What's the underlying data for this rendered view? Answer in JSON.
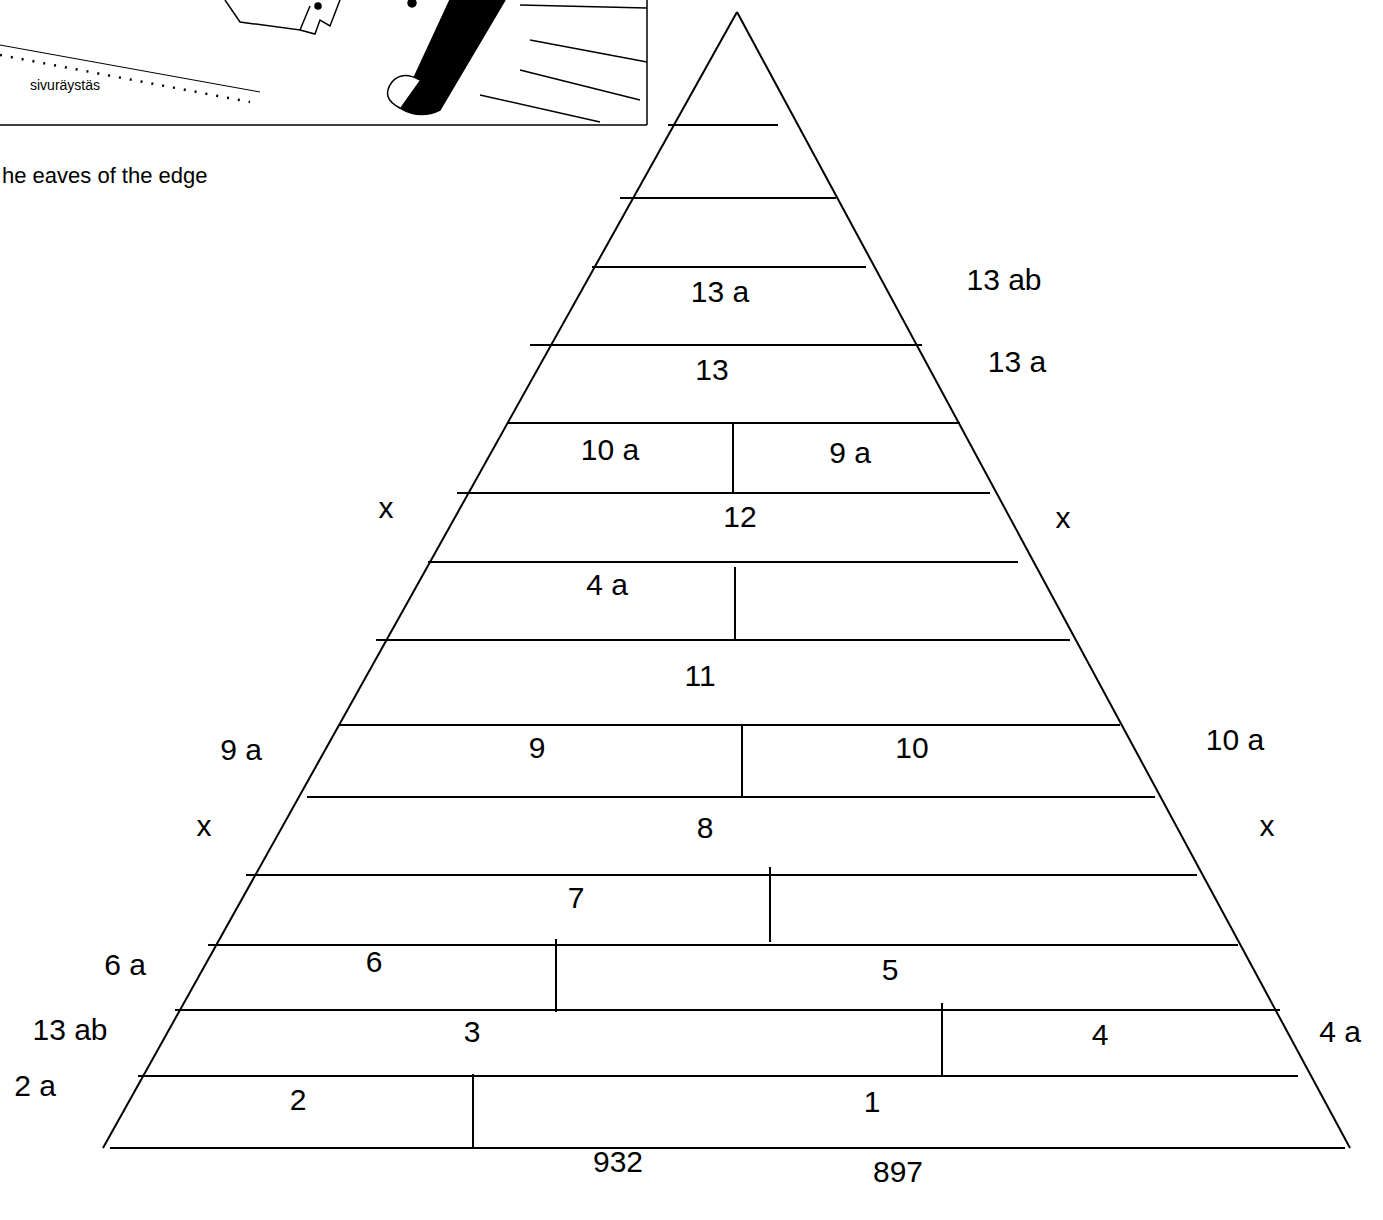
{
  "diagram": {
    "labels": [
      "sivuräystäs",
      "he eaves of the edge",
      "13 a",
      "13 ab",
      "13",
      "13 a",
      "10 a",
      "9 a",
      "x",
      "12",
      "x",
      "4 a",
      "11",
      "9 a",
      "9",
      "10",
      "10 a",
      "x",
      "8",
      "x",
      "7",
      "6 a",
      "6",
      "5",
      "13 ab",
      "3",
      "4",
      "4 a",
      "2 a",
      "2",
      "1",
      "932",
      "897"
    ]
  }
}
